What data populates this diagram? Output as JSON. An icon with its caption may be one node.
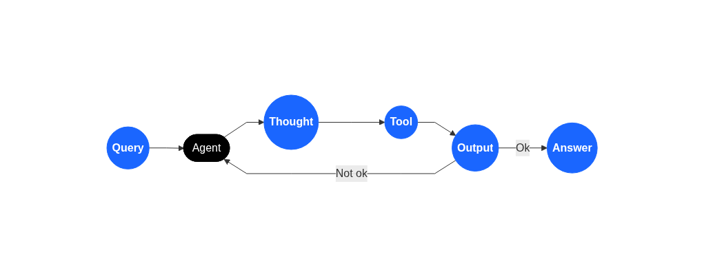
{
  "diagram": {
    "nodes": [
      {
        "text": [
          "Query"
        ]
      },
      {
        "text": [
          "Agent"
        ]
      },
      {
        "text": [
          "Thought"
        ]
      },
      {
        "text": [
          "Tool"
        ]
      },
      {
        "text": [
          "Output"
        ]
      },
      {
        "text": [
          "Answer"
        ]
      }
    ],
    "edges": [
      {
        "from": 0,
        "to": 1,
        "arrow": "to"
      },
      {
        "from": 1,
        "to": 2,
        "arrow": "to"
      },
      {
        "from": 2,
        "to": 3,
        "arrow": "to"
      },
      {
        "from": 3,
        "to": 4,
        "arrow": "to"
      },
      {
        "from": 4,
        "to": 5,
        "arrow": "to",
        "label": "Ok"
      },
      {
        "from": 4,
        "to": 1,
        "arrow": "to",
        "label": "Not ok"
      }
    ]
  }
}
